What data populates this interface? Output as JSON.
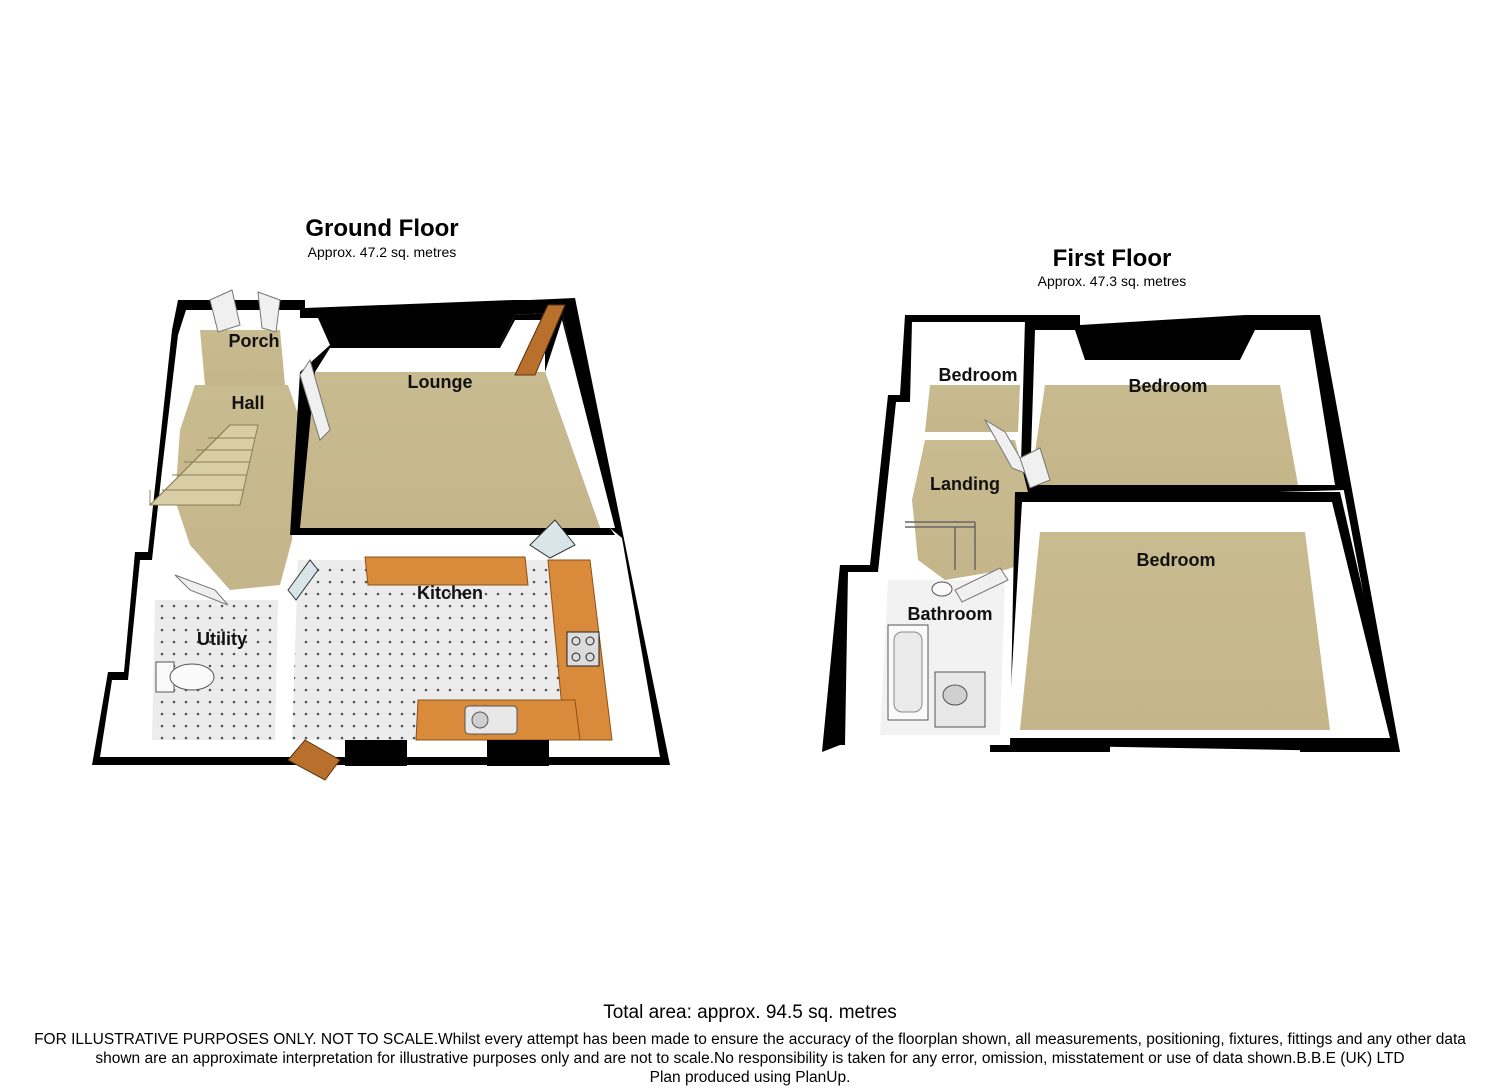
{
  "floors": [
    {
      "title": "Ground Floor",
      "area": "Approx.  47.2 sq. metres",
      "rooms": [
        "Porch",
        "Hall",
        "Lounge",
        "Kitchen",
        "Utility"
      ]
    },
    {
      "title": "First Floor",
      "area": "Approx.  47.3 sq. metres",
      "rooms": [
        "Bedroom",
        "Bedroom",
        "Landing",
        "Bedroom",
        "Bathroom"
      ]
    }
  ],
  "total_area": "Total area: approx.  94.5 sq. metres",
  "disclaimer": {
    "line1": "FOR ILLUSTRATIVE PURPOSES ONLY. NOT TO SCALE.Whilst every attempt has been made to ensure the accuracy of the floorplan shown, all measurements, positioning, fixtures, fittings and any other data",
    "line2": "shown are an approximate interpretation for illustrative purposes only and are not to scale.No responsibility is taken for any error, omission, misstatement or use of data shown.B.B.E (UK) LTD",
    "line3": "Plan produced using PlanUp."
  },
  "colors": {
    "carpet": "#c8b98e",
    "tile": "#e6e6e6",
    "worktop": "#d98a3a",
    "wall": "#000000",
    "wall_inner": "#ffffff"
  }
}
